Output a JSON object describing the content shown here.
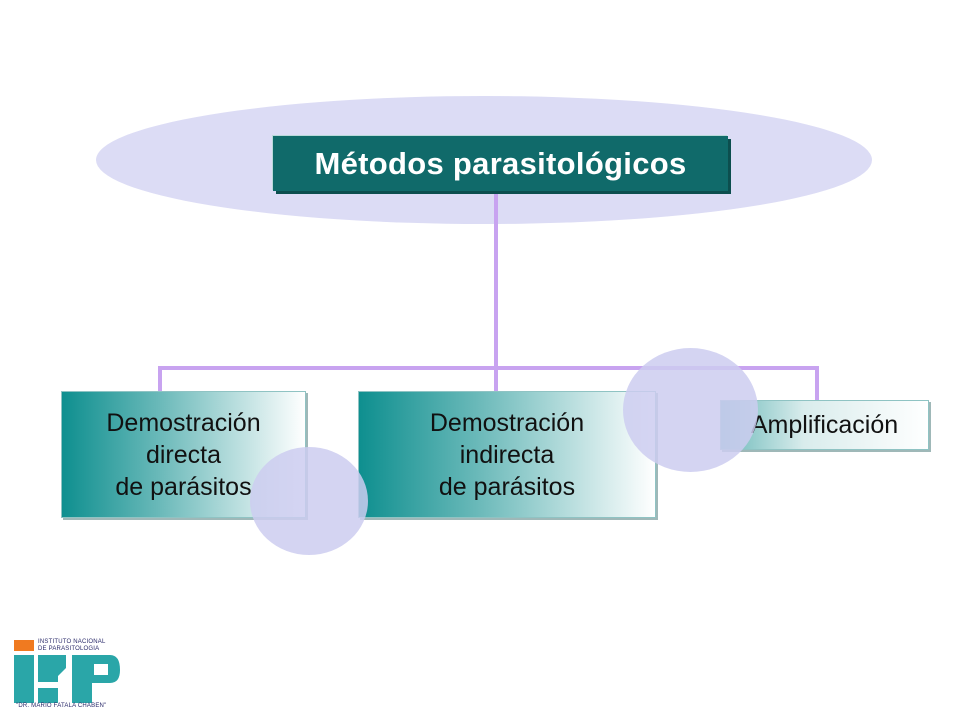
{
  "diagram": {
    "title": "Métodos parasitológicos",
    "nodes": [
      {
        "id": "direct",
        "label": "Demostración\ndirecta\nde parásitos"
      },
      {
        "id": "indirect",
        "label": "Demostración\nindirecta\nde parásitos"
      },
      {
        "id": "amplification",
        "label": "Amplificación"
      }
    ],
    "colors": {
      "title_bg": "#106a6a",
      "connector": "#c8a3f0",
      "ellipse": "#dcdcf5",
      "node_gradient_start": "#0e8f8f"
    }
  },
  "logo": {
    "line1": "INSTITUTO NACIONAL",
    "line2": "DE PARASITOLOGIA",
    "line3": "\"DR. MARIO FATALA CHABEN\""
  }
}
